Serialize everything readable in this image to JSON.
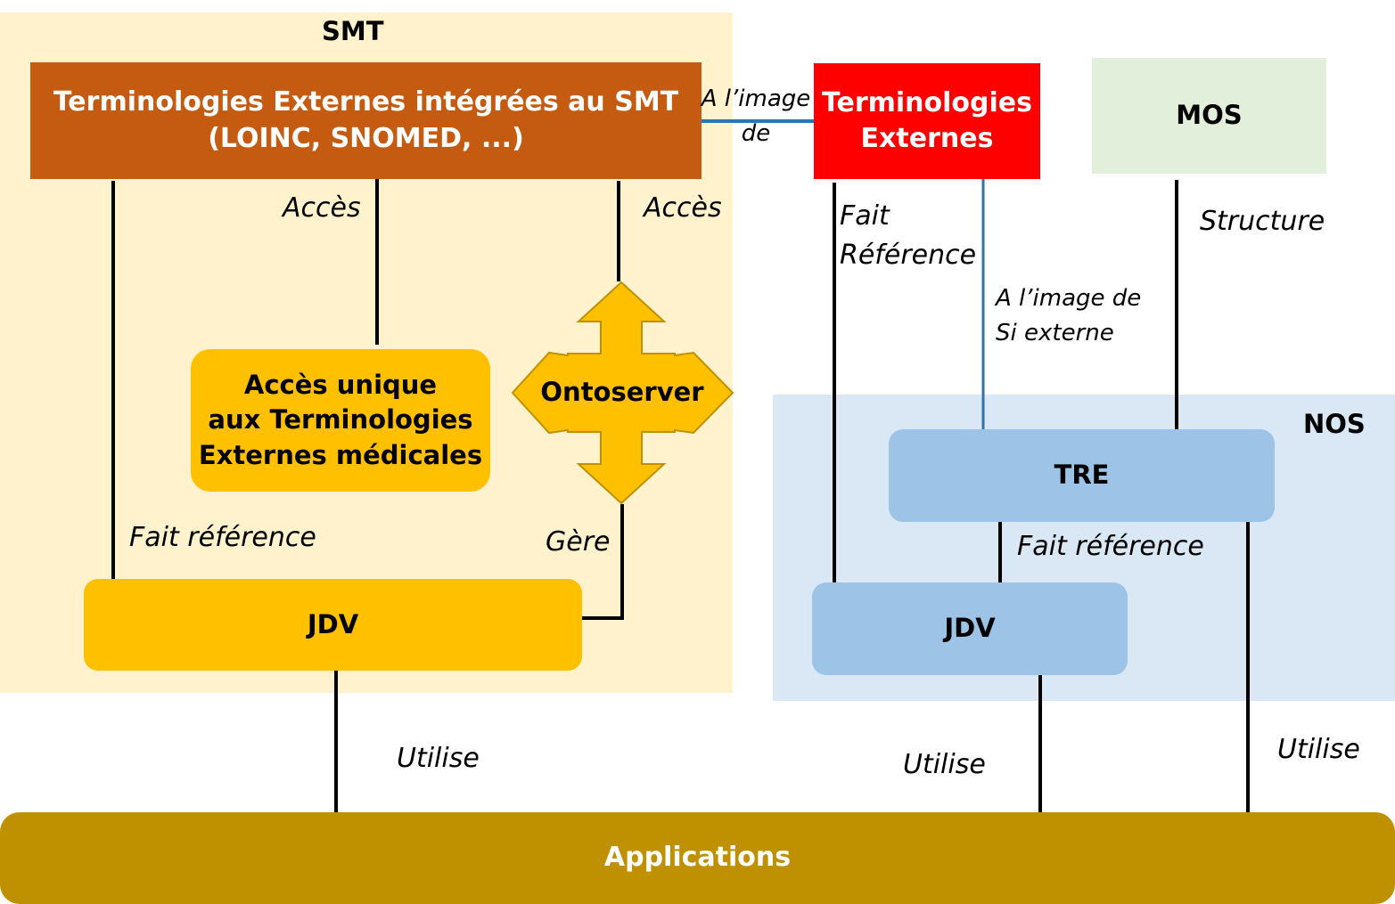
{
  "regions": {
    "smt": {
      "title": "SMT"
    },
    "nos": {
      "title": "NOS"
    }
  },
  "boxes": {
    "terminologies_integrees": "Terminologies Externes intégrées au SMT\n(LOINC, SNOMED, ...)",
    "terminologies_externes": "Terminologies\nExternes",
    "mos": "MOS",
    "acces_unique": "Accès unique\naux Terminologies\nExternes médicales",
    "ontoserver": "Ontoserver",
    "jdv_smt": "JDV",
    "tre": "TRE",
    "jdv_nos": "JDV",
    "applications": "Applications"
  },
  "labels": {
    "a_limage_de": "A l’image\nde",
    "acces_left": "Accès",
    "acces_right": "Accès",
    "fait_reference_smt": "Fait référence",
    "gere": "Gère",
    "fait_reference_ext": "Fait\nRéférence",
    "a_limage_de_si_externe": "A l’image de\nSi externe",
    "structure": "Structure",
    "fait_reference_nos": "Fait référence",
    "utilise_smt": "Utilise",
    "utilise_nos": "Utilise",
    "utilise_tre": "Utilise"
  },
  "colors": {
    "smt_region": "#fff2cc",
    "nos_region": "#dae8f5",
    "terminologies_integrees": "#c55a11",
    "terminologies_externes": "#ff0000",
    "mos": "#e2efda",
    "smt_components": "#ffc000",
    "nos_components": "#9dc3e6",
    "applications": "#bf9000",
    "blue_link": "#2e75b6"
  }
}
